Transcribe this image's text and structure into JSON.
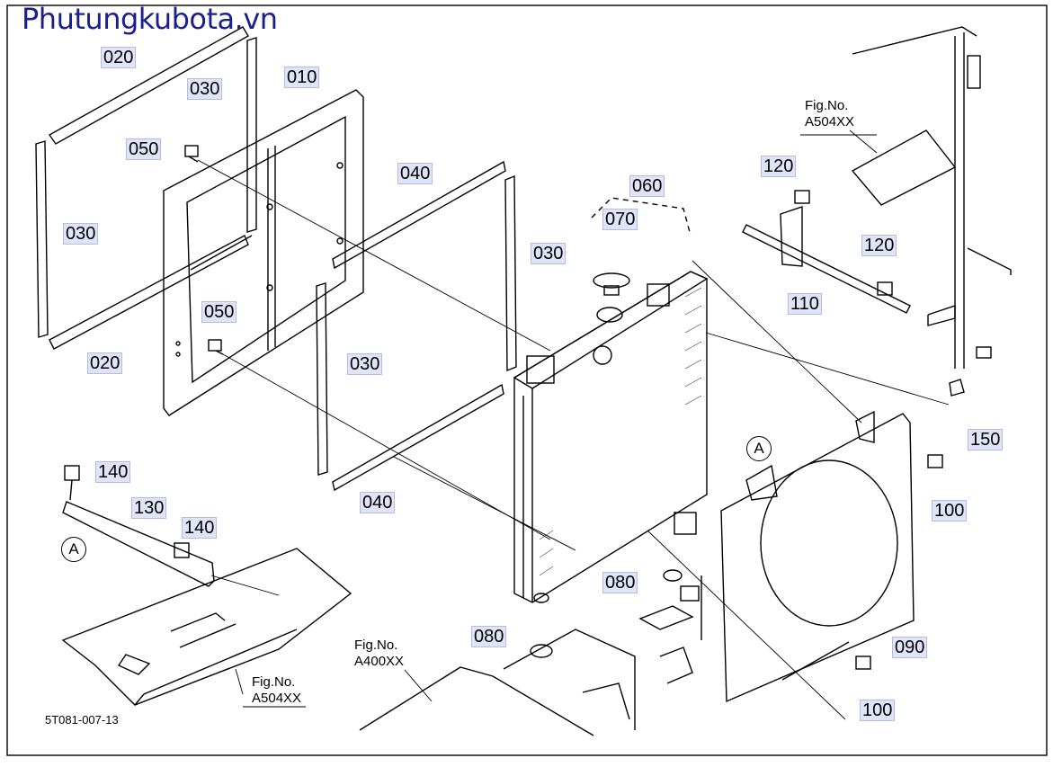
{
  "watermark": "Phutungkubota.vn",
  "drawing_number": "5T081-007-13",
  "labels": {
    "p020a": "020",
    "p030a": "030",
    "p010": "010",
    "p050a": "050",
    "p030b": "030",
    "p040a": "040",
    "p060": "060",
    "p070": "070",
    "p120a": "120",
    "p030c": "030",
    "p050b": "050",
    "p020b": "020",
    "p030d": "030",
    "p120b": "120",
    "p110": "110",
    "p150": "150",
    "p140a": "140",
    "p130": "130",
    "p140b": "140",
    "p040b": "040",
    "p100a": "100",
    "p080a": "080",
    "p080b": "080",
    "p090": "090",
    "p100b": "100"
  },
  "figrefs": {
    "top_right": {
      "line1": "Fig.No.",
      "line2": "A504XX"
    },
    "bottom_left": {
      "line1": "Fig.No.",
      "line2": "A504XX"
    },
    "bottom_mid": {
      "line1": "Fig.No.",
      "line2": "A400XX"
    }
  },
  "callouts": {
    "a1": "A",
    "a2": "A"
  }
}
